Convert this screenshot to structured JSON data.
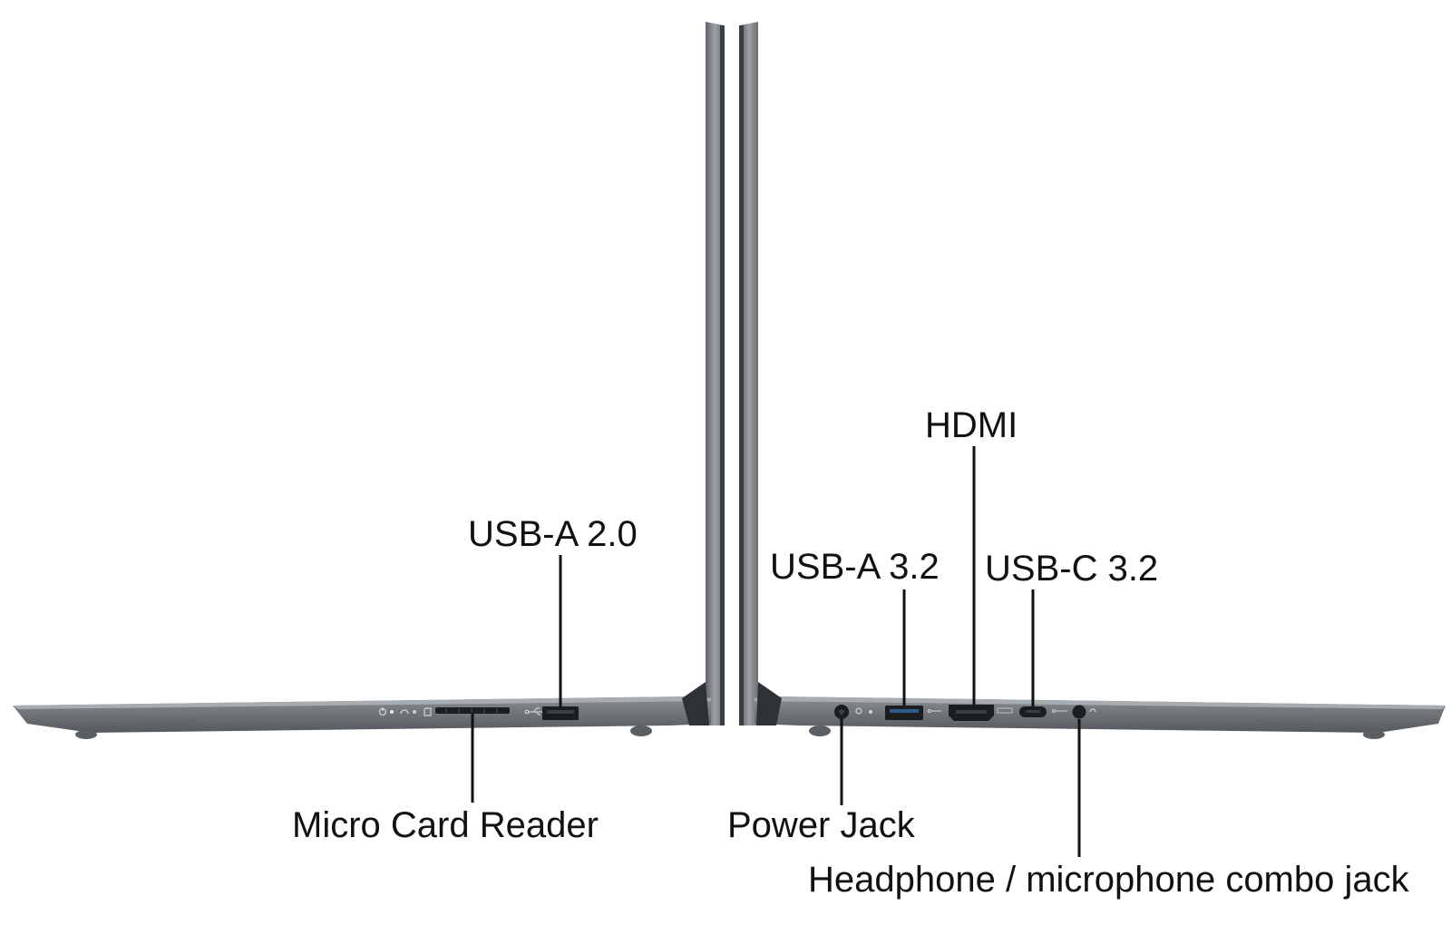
{
  "labels": {
    "usb_a_20": "USB-A 2.0",
    "micro_card_reader": "Micro Card Reader",
    "usb_a_32": "USB-A 3.2",
    "hdmi": "HDMI",
    "usb_c_32": "USB-C 3.2",
    "power_jack": "Power Jack",
    "headphone_jack": "Headphone / microphone combo jack"
  },
  "colors": {
    "chassis": "#6f7479",
    "chassis_dark": "#4c5156",
    "chassis_light": "#9aa0a5",
    "bezel": "#2b2e31",
    "port": "#1b1d1f",
    "callout_line": "#111111",
    "label_text": "#111111"
  },
  "icons": [
    "power-icon",
    "headphone-icon",
    "sd-card-icon",
    "usb-icon",
    "hdmi-icon",
    "usb-c-icon",
    "power-connector-icon",
    "microphone-icon"
  ]
}
